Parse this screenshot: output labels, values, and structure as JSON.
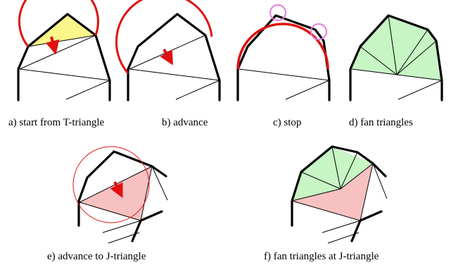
{
  "panels": [
    {
      "id": "a",
      "caption": "a) start from T-triangle"
    },
    {
      "id": "b",
      "caption": "b) advance"
    },
    {
      "id": "c",
      "caption": "c) stop"
    },
    {
      "id": "d",
      "caption": "d) fan triangles"
    },
    {
      "id": "e",
      "caption": "e) advance to J-triangle"
    },
    {
      "id": "f",
      "caption": "f) fan triangles at J-triangle"
    }
  ],
  "colors": {
    "t_triangle": "#fbf58c",
    "fan_triangle": "#c7f5c4",
    "j_triangle": "#f7c1c1",
    "circle": "#e01010",
    "arrow": "#e01010",
    "stop_marker": "#e57be0"
  }
}
